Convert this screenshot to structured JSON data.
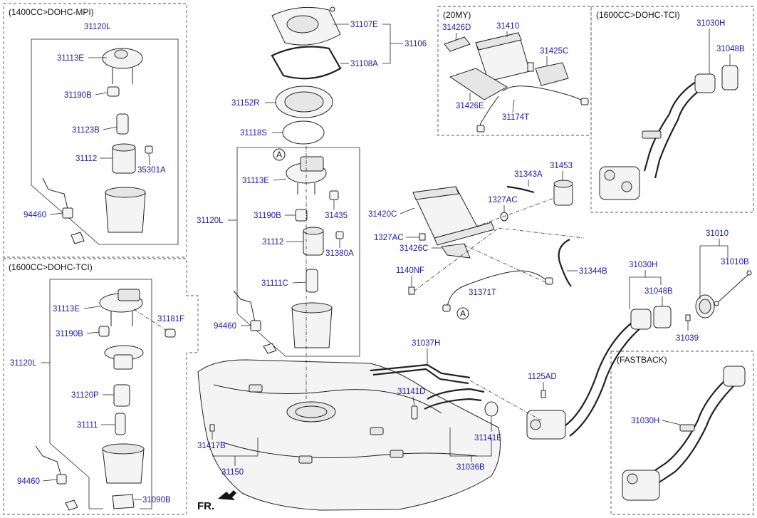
{
  "sections": {
    "mpi": "(1400CC>DOHC-MPI)",
    "tci_left": "(1600CC>DOHC-TCI)",
    "my20": "(20MY)",
    "tci_right": "(1600CC>DOHC-TCI)",
    "fastback": "(FASTBACK)"
  },
  "front_label": "FR.",
  "callout_letter": "A",
  "parts": {
    "mpi_31120L": "31120L",
    "mpi_31113E": "31113E",
    "mpi_31190B": "31190B",
    "mpi_31123B": "31123B",
    "mpi_31112": "31112",
    "mpi_35301A": "35301A",
    "mpi_94460": "94460",
    "tci_31113E": "31113E",
    "tci_31181F": "31181F",
    "tci_31190B": "31190B",
    "tci_31120L": "31120L",
    "tci_31120P": "31120P",
    "tci_31111": "31111",
    "tci_94460": "94460",
    "tci_31090B": "31090B",
    "p_31107E": "31107E",
    "p_31106": "31106",
    "p_31108A": "31108A",
    "p_31152R": "31152R",
    "p_31118S": "31118S",
    "c_31113E": "31113E",
    "c_31190B": "31190B",
    "c_31435": "31435",
    "c_31120L": "31120L",
    "c_31112": "31112",
    "c_31380A": "31380A",
    "c_31111C": "31111C",
    "c_94460": "94460",
    "my_31426D": "31426D",
    "my_31410": "31410",
    "my_31425C": "31425C",
    "my_31426E": "31426E",
    "my_31174T": "31174T",
    "r_31030H": "31030H",
    "r_31048B": "31048B",
    "m_31343A": "31343A",
    "m_31453": "31453",
    "m_1327AC_a": "1327AC",
    "m_31420C": "31420C",
    "m_1327AC_b": "1327AC",
    "m_31426C": "31426C",
    "m_1140NF": "1140NF",
    "m_31371T": "31371T",
    "m_31344B": "31344B",
    "m_31010": "31010",
    "m_31010B": "31010B",
    "m_31030H": "31030H",
    "m_31048B": "31048B",
    "m_31039": "31039",
    "m_31037H": "31037H",
    "m_1125AD": "1125AD",
    "m_31141D": "31141D",
    "m_31141E": "31141E",
    "m_31036B": "31036B",
    "m_31417B": "31417B",
    "m_31150": "31150",
    "fb_31030H": "31030H"
  }
}
